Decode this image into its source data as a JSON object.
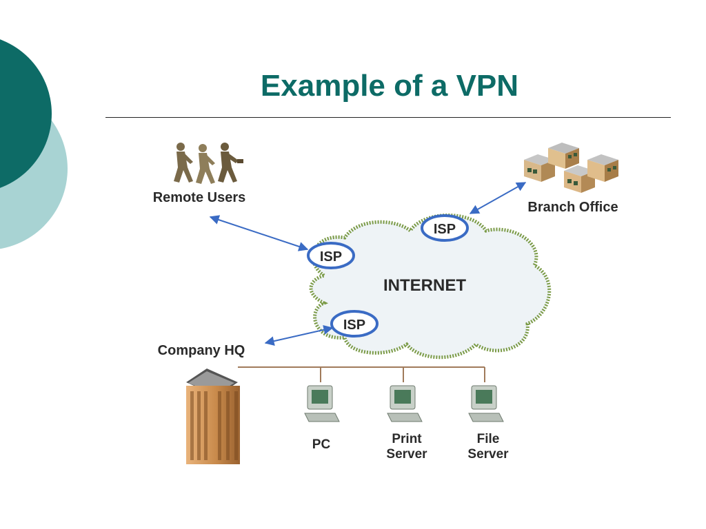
{
  "slide": {
    "title": "Example of a VPN"
  },
  "diagram": {
    "cloud_label": "INTERNET",
    "isp_label": "ISP",
    "nodes": {
      "remote_users": "Remote Users",
      "branch_office": "Branch Office",
      "company_hq": "Company HQ",
      "pc": "PC",
      "print_server_line1": "Print",
      "print_server_line2": "Server",
      "file_server_line1": "File",
      "file_server_line2": "Server"
    },
    "colors": {
      "title": "#0d6b66",
      "cloud_fill": "#eef3f6",
      "cloud_border": "#7a9a46",
      "isp_border": "#3a6bc4",
      "arrow": "#3a6bc4",
      "deco_dark": "#0d6b66",
      "deco_light": "#a8d3d3"
    }
  }
}
